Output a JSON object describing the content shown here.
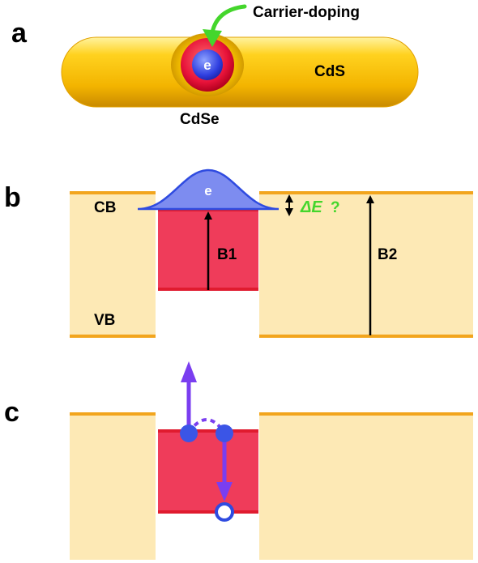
{
  "panels": {
    "a": {
      "letter": "a",
      "annotation": "Carrier-doping",
      "rod_label": "CdS",
      "core_label": "CdSe",
      "electron_label": "e"
    },
    "b": {
      "letter": "b",
      "cb_label": "CB",
      "vb_label": "VB",
      "electron_label": "e",
      "delta_label": "ΔE",
      "question": "?",
      "transition_1": "B1",
      "transition_2": "B2"
    },
    "c": {
      "letter": "c"
    }
  },
  "colors": {
    "shell": "#f6c21a",
    "core": "#e8133a",
    "electron": "#5a6df0",
    "band_fill": "#fde9b5",
    "band_edge": "#f2a51d",
    "well_fill": "#ef3c5a",
    "well_edge": "#e01b2f",
    "arrow_blue": "#7a3ef0",
    "annotation_green": "#44d62c"
  }
}
